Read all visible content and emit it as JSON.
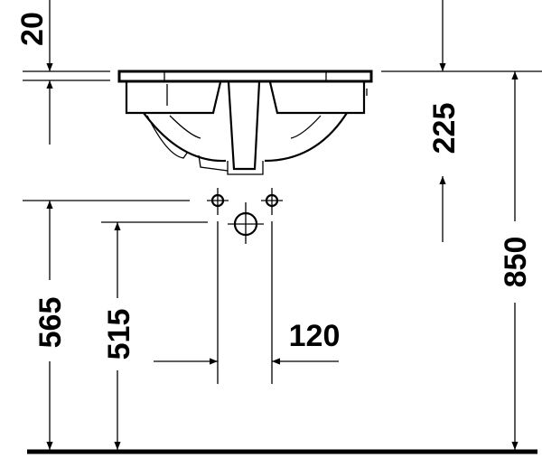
{
  "drawing": {
    "title": "Washbasin installation dimensions",
    "dimensions": {
      "rim_thickness": "20",
      "bowl_depth": "225",
      "rim_height": "850",
      "supply_height": "565",
      "waste_height": "515",
      "supply_spacing": "120"
    },
    "colors": {
      "line": "#000000",
      "background": "#ffffff"
    }
  }
}
